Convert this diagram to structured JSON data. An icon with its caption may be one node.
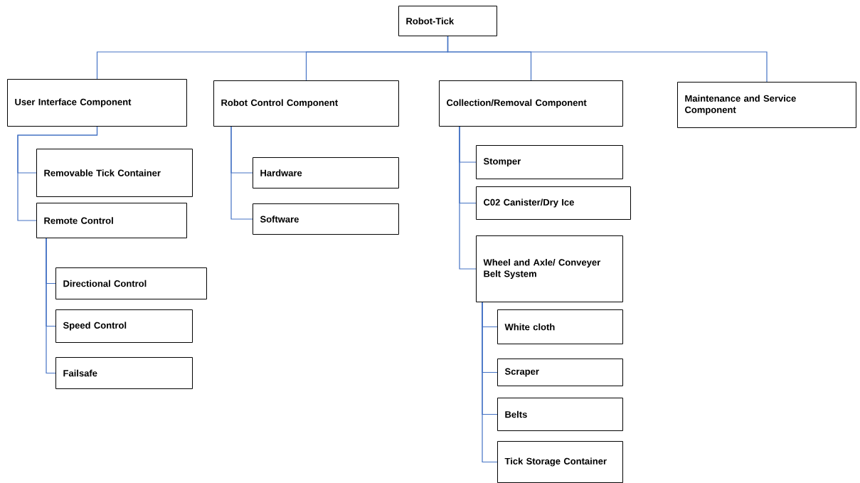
{
  "diagram": {
    "nodes": [
      {
        "text": [
          "Robot-Tick"
        ]
      },
      {
        "text": [
          "User Interface Component"
        ]
      },
      {
        "text": [
          "Robot Control Component"
        ]
      },
      {
        "text": [
          "Collection/Removal Component"
        ]
      },
      {
        "text": [
          "Maintenance and Service Component"
        ]
      },
      {
        "text": [
          "Removable Tick Container"
        ]
      },
      {
        "text": [
          "Remote Control"
        ]
      },
      {
        "text": [
          "Directional Control"
        ]
      },
      {
        "text": [
          "Speed Control"
        ]
      },
      {
        "text": [
          "Failsafe"
        ]
      },
      {
        "text": [
          "Hardware"
        ]
      },
      {
        "text": [
          "Software"
        ]
      },
      {
        "text": [
          "Stomper"
        ]
      },
      {
        "text": [
          "C02 Canister/Dry Ice"
        ]
      },
      {
        "text": [
          "Wheel and Axle/ Conveyer Belt System"
        ]
      },
      {
        "text": [
          "White cloth"
        ]
      },
      {
        "text": [
          "Scraper"
        ]
      },
      {
        "text": [
          "Belts"
        ]
      },
      {
        "text": [
          "Tick Storage Container"
        ]
      }
    ],
    "edges": [
      {
        "from": 0,
        "to": 1,
        "arrow": "none"
      },
      {
        "from": 0,
        "to": 2,
        "arrow": "none"
      },
      {
        "from": 0,
        "to": 3,
        "arrow": "none"
      },
      {
        "from": 0,
        "to": 4,
        "arrow": "none"
      },
      {
        "from": 1,
        "to": 5,
        "arrow": "none"
      },
      {
        "from": 1,
        "to": 6,
        "arrow": "none"
      },
      {
        "from": 6,
        "to": 7,
        "arrow": "none"
      },
      {
        "from": 6,
        "to": 8,
        "arrow": "none"
      },
      {
        "from": 6,
        "to": 9,
        "arrow": "none"
      },
      {
        "from": 2,
        "to": 10,
        "arrow": "none"
      },
      {
        "from": 2,
        "to": 11,
        "arrow": "none"
      },
      {
        "from": 3,
        "to": 12,
        "arrow": "none"
      },
      {
        "from": 3,
        "to": 13,
        "arrow": "none"
      },
      {
        "from": 3,
        "to": 14,
        "arrow": "none"
      },
      {
        "from": 14,
        "to": 15,
        "arrow": "none"
      },
      {
        "from": 14,
        "to": 16,
        "arrow": "none"
      },
      {
        "from": 14,
        "to": 17,
        "arrow": "none"
      },
      {
        "from": 14,
        "to": 18,
        "arrow": "none"
      }
    ]
  }
}
